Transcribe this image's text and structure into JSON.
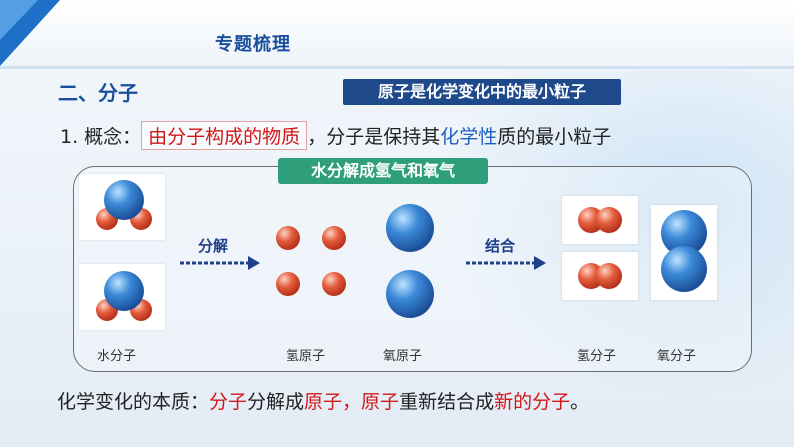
{
  "header": {
    "title": "专题梳理"
  },
  "section": {
    "title": "二、分子"
  },
  "tag": {
    "text": "原子是化学变化中的最小粒子"
  },
  "concept": {
    "prefix": "1. 概念：",
    "boxed": "由分子构成的物质",
    "middle": "，分子是保持其",
    "highlight": "化学性",
    "suffix": "质的最小粒子"
  },
  "diagram": {
    "label": "水分解成氢气和氧气",
    "arrow1": "分解",
    "arrow2": "结合",
    "captions": {
      "water": "水分子",
      "h_atom": "氢原子",
      "o_atom": "氧原子",
      "h2": "氢分子",
      "o2": "氧分子"
    }
  },
  "summary": {
    "p1": "化学变化的本质：",
    "r1": "分子",
    "p2": "分解成",
    "r2": "原子，原子",
    "p3": "重新结合成",
    "r3": "新的分子",
    "p4": "。"
  },
  "colors": {
    "oxygen": "#2f78c8",
    "hydrogen": "#e05a3a",
    "tag_bg": "#1e4a8c",
    "pill_bg": "#2f9e7a",
    "accent": "#1a4f9c"
  }
}
